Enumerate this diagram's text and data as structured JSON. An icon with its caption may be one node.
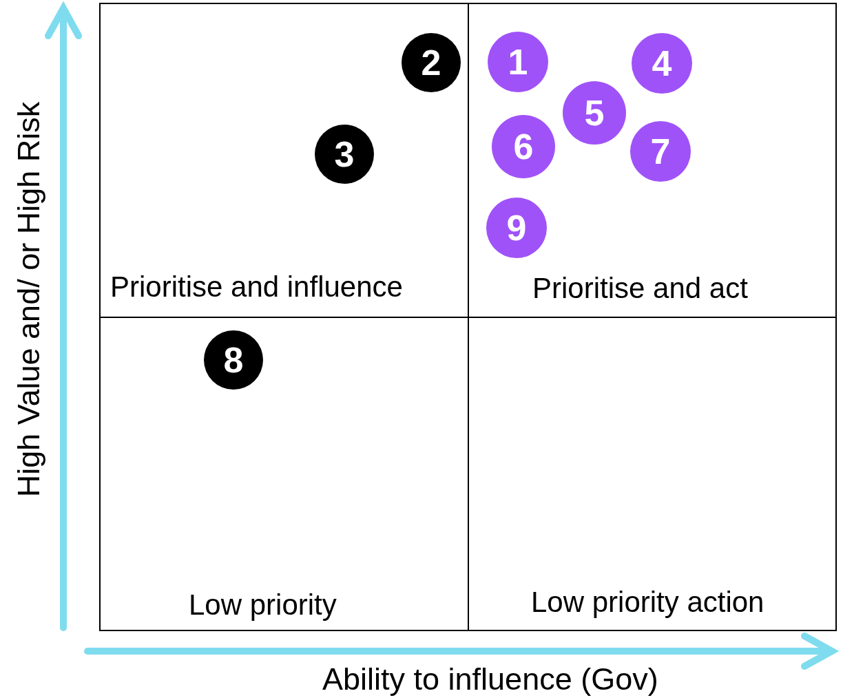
{
  "diagram": {
    "nodes": [
      {
        "text": [
          "Prioritise and influence"
        ]
      },
      {
        "text": [
          "2"
        ],
        "in": 0
      },
      {
        "text": [
          "3"
        ],
        "in": 0
      },
      {
        "text": [
          "Prioritise and act"
        ]
      },
      {
        "text": [
          "1"
        ],
        "in": 3
      },
      {
        "text": [
          "4"
        ],
        "in": 3
      },
      {
        "text": [
          "5"
        ],
        "in": 3
      },
      {
        "text": [
          "6"
        ],
        "in": 3
      },
      {
        "text": [
          "7"
        ],
        "in": 3
      },
      {
        "text": [
          "9"
        ],
        "in": 3
      },
      {
        "text": [
          "Low priority"
        ]
      },
      {
        "text": [
          "8"
        ],
        "in": 10
      },
      {
        "text": [
          "Low priority action"
        ]
      }
    ],
    "edges": [],
    "labels": [
      "High Value and/ or High Risk",
      "Ability to influence (Gov)"
    ]
  }
}
